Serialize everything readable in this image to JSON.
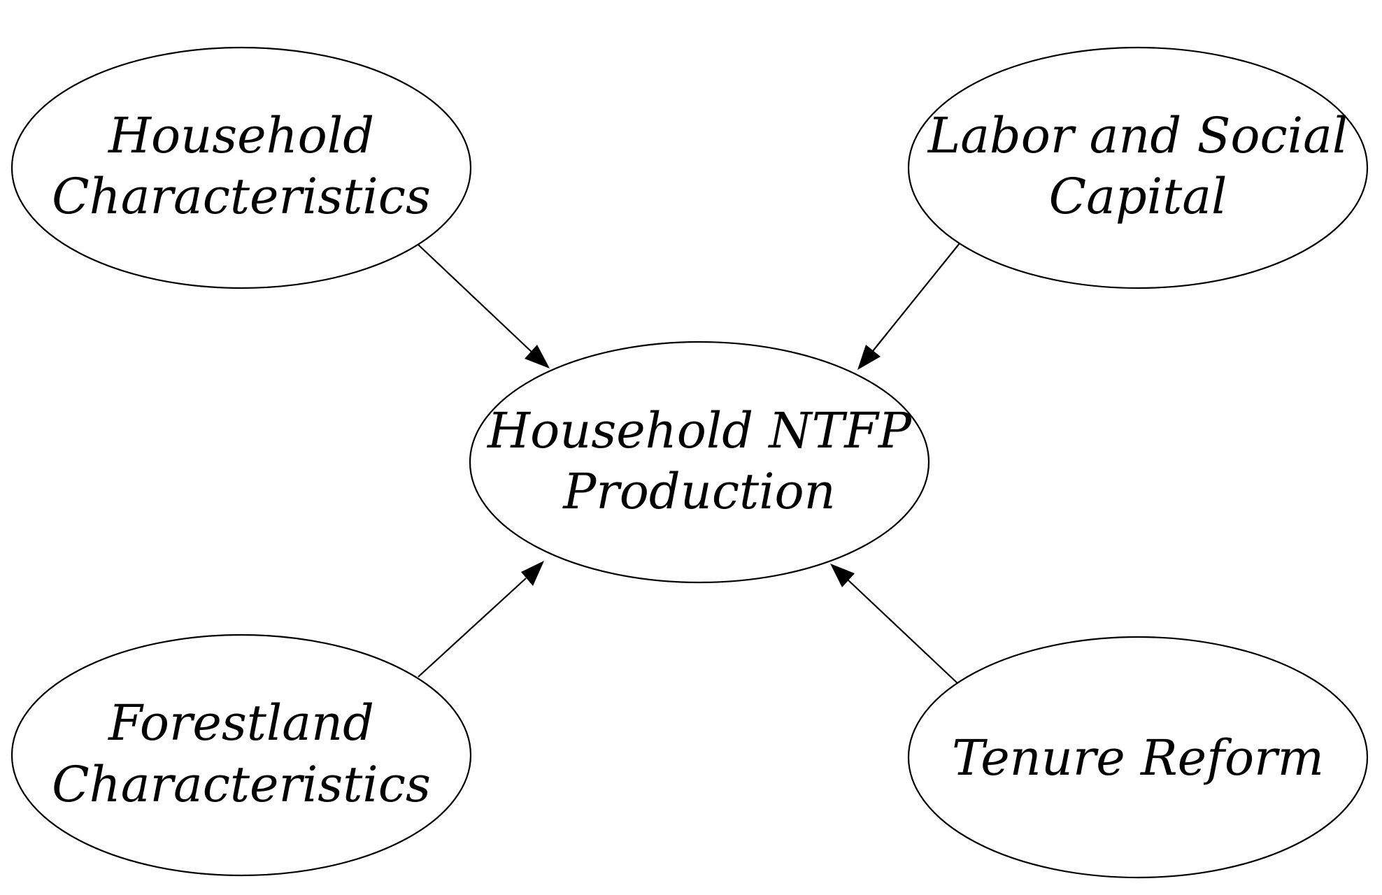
{
  "diagram": {
    "nodes": {
      "household_characteristics": {
        "lines": [
          "Household",
          "Characteristics"
        ]
      },
      "labor_social_capital": {
        "lines": [
          "Labor and Social",
          "Capital"
        ]
      },
      "ntfp_production": {
        "lines": [
          "Household NTFP",
          "Production"
        ]
      },
      "forestland_characteristics": {
        "lines": [
          "Forestland",
          "Characteristics"
        ]
      },
      "tenure_reform": {
        "lines": [
          "Tenure Reform"
        ]
      }
    },
    "edges": [
      {
        "from": "household_characteristics",
        "to": "ntfp_production"
      },
      {
        "from": "labor_social_capital",
        "to": "ntfp_production"
      },
      {
        "from": "forestland_characteristics",
        "to": "ntfp_production"
      },
      {
        "from": "tenure_reform",
        "to": "ntfp_production"
      }
    ],
    "colors": {
      "stroke": "#000000",
      "fill": "#ffffff",
      "text": "#000000"
    }
  }
}
